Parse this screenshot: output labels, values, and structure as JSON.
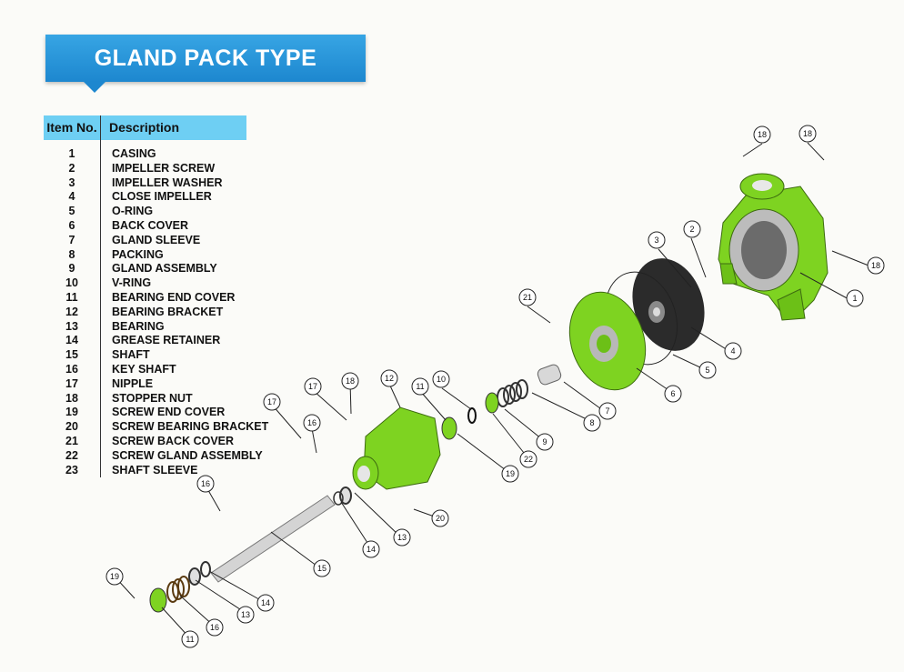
{
  "title": "GLAND PACK TYPE",
  "table": {
    "headers": [
      "Item No.",
      "Description"
    ],
    "rows": [
      {
        "no": "1",
        "desc": "CASING"
      },
      {
        "no": "2",
        "desc": "IMPELLER SCREW"
      },
      {
        "no": "3",
        "desc": "IMPELLER WASHER"
      },
      {
        "no": "4",
        "desc": "CLOSE IMPELLER"
      },
      {
        "no": "5",
        "desc": "O-RING"
      },
      {
        "no": "6",
        "desc": "BACK COVER"
      },
      {
        "no": "7",
        "desc": "GLAND SLEEVE"
      },
      {
        "no": "8",
        "desc": "PACKING"
      },
      {
        "no": "9",
        "desc": "GLAND ASSEMBLY"
      },
      {
        "no": "10",
        "desc": "V-RING"
      },
      {
        "no": "11",
        "desc": "BEARING END COVER"
      },
      {
        "no": "12",
        "desc": "BEARING BRACKET"
      },
      {
        "no": "13",
        "desc": "BEARING"
      },
      {
        "no": "14",
        "desc": "GREASE RETAINER"
      },
      {
        "no": "15",
        "desc": "SHAFT"
      },
      {
        "no": "16",
        "desc": "KEY SHAFT"
      },
      {
        "no": "17",
        "desc": "NIPPLE"
      },
      {
        "no": "18",
        "desc": "STOPPER NUT"
      },
      {
        "no": "19",
        "desc": "SCREW END COVER"
      },
      {
        "no": "20",
        "desc": "SCREW BEARING BRACKET"
      },
      {
        "no": "21",
        "desc": "SCREW BACK COVER"
      },
      {
        "no": "22",
        "desc": "SCREW GLAND ASSEMBLY"
      },
      {
        "no": "23",
        "desc": "SHAFT SLEEVE"
      }
    ]
  },
  "callouts": [
    "18",
    "18",
    "18",
    "2",
    "3",
    "1",
    "21",
    "4",
    "5",
    "6",
    "7",
    "8",
    "10",
    "11",
    "9",
    "22",
    "19",
    "12",
    "17",
    "18",
    "17",
    "16",
    "16",
    "13",
    "14",
    "20",
    "15",
    "19",
    "14",
    "13",
    "16",
    "11"
  ],
  "colors": {
    "banner": "#1d87cf",
    "table_header": "#6ecff3",
    "part_green": "#7ed321",
    "part_dark": "#2b2b2b"
  }
}
